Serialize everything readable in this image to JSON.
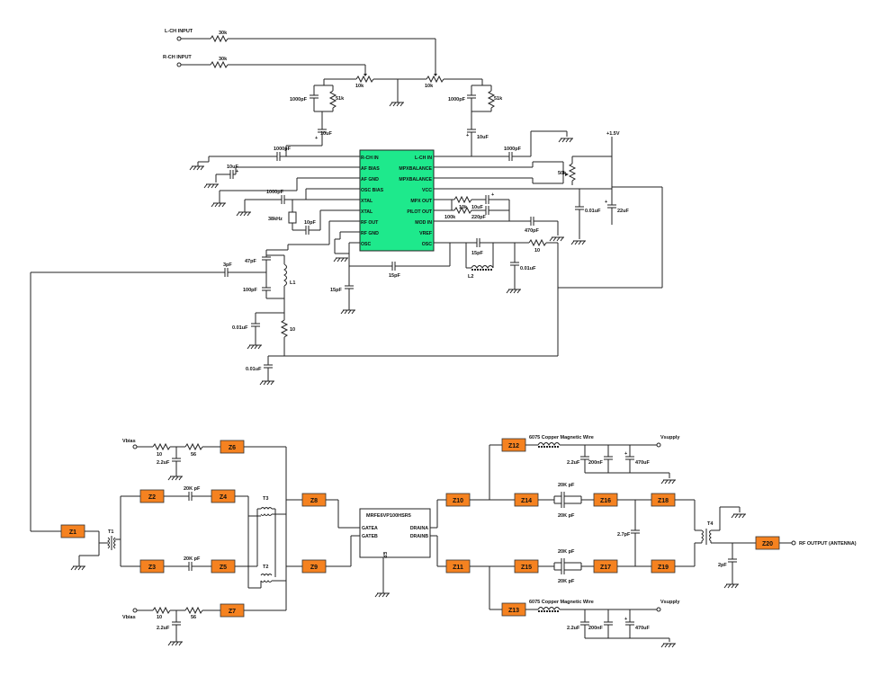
{
  "colors": {
    "chip": "#1ee98c",
    "zblock": "#f58220",
    "wire": "#222222"
  },
  "inputs": {
    "left": "L-CH INPUT",
    "right": "R-CH INPUT"
  },
  "output": "RF OUTPUT (ANTENNA)",
  "supply": "+1.5V",
  "vbias": "Vbias",
  "vsupply": "Vsupply",
  "wire_note": "6075 Copper Magnetic Wire",
  "transistor": {
    "name": "MRFE6VP100HSR5",
    "gate_a": "GATEA",
    "gate_b": "GATEB",
    "drain_a": "DRAINA",
    "drain_b": "DRAINB",
    "ep": "EP"
  },
  "chip": {
    "left_pins": [
      "R-CH IN",
      "AF BIAS",
      "AF GND",
      "OSC BIAS",
      "XTAL",
      "XTAL",
      "RF OUT",
      "RF GND",
      "OSC"
    ],
    "right_pins": [
      "L-CH IN",
      "MPXBALANCE",
      "MPXBALANCE",
      "VCC",
      "MPX OUT",
      "PILOT OUT",
      "MOD IN",
      "VREF",
      "OSC"
    ]
  },
  "components": {
    "r30k_l": "30k",
    "r30k_r": "30k",
    "pot10k_a": "10k",
    "pot10k_b": "10k",
    "c1000_a": "1000pF",
    "r51k_a": "51k",
    "c1000_b": "1000pF",
    "r51k_b": "51k",
    "c10u_a": "10uF",
    "c10u_b": "10uF",
    "c1000_c": "1000pF",
    "c1000_d": "1000pF",
    "c10u_c": "10uF",
    "c1000_e": "1000pF",
    "xtal": "38kHz",
    "c10p": "10pF",
    "pot50k": "50k",
    "c001_a": "0.01uF",
    "c22u": "22uF",
    "r10k": "10k",
    "c10u_d": "10uF",
    "r100k": "100k",
    "c220p": "220pF",
    "c470p": "470pF",
    "c15p_a": "15pF",
    "r10_a": "10",
    "l2": "L2",
    "c001_b": "0.01uF",
    "c15p_b": "15pF",
    "c15p_c": "15pF",
    "c47p": "47pF",
    "c3p": "3pF",
    "c100p": "100pF",
    "l1": "L1",
    "c001_c": "0.01uF",
    "r10_b": "10",
    "c001_d": "0.01uF"
  },
  "pa": {
    "r10_top": "10",
    "r56_top": "56",
    "c22_top": "2.2uF",
    "r10_bot": "10",
    "r56_bot": "56",
    "c22_bot": "2.2uF",
    "c20k_a": "20K pF",
    "c20k_b": "20K pF",
    "t1": "T1",
    "t2": "T2",
    "t3": "T3",
    "t4": "T4",
    "c22_sup_top": "2.2uF",
    "c200n_top": "200nF",
    "c470u_top": "470uF",
    "c22_sup_bot": "2.2uF",
    "c200n_bot": "200nF",
    "c470u_bot": "470uF",
    "c20k_c": "20K pF",
    "c20k_d": "20K pF",
    "c20k_e": "20K pF",
    "c20k_f": "20K pF",
    "c27p": "2.7pF",
    "c2p": "2pF"
  },
  "zblocks": [
    "Z1",
    "Z2",
    "Z3",
    "Z4",
    "Z5",
    "Z6",
    "Z7",
    "Z8",
    "Z9",
    "Z10",
    "Z11",
    "Z12",
    "Z13",
    "Z14",
    "Z15",
    "Z16",
    "Z17",
    "Z18",
    "Z19",
    "Z20"
  ]
}
